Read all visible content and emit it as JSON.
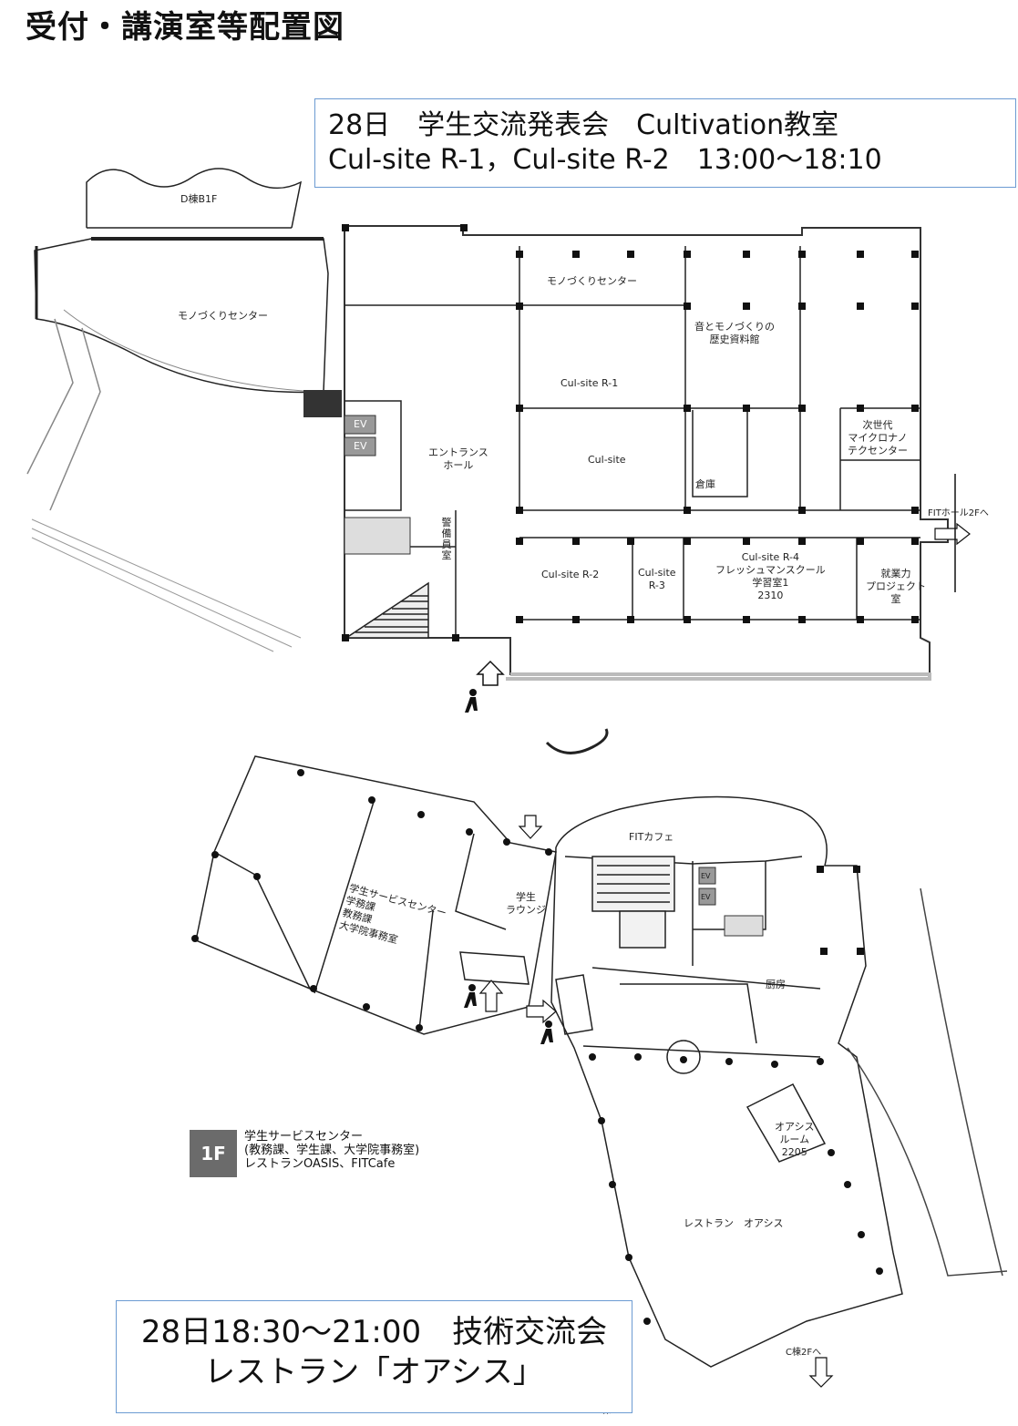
{
  "page_title": "受付・講演室等配置図",
  "callout_top": {
    "line1": "28日　学生交流発表会　Cultivation教室",
    "line2": "Cul-site R-1，Cul-site R-2　13:00～18:10"
  },
  "callout_bottom": {
    "line1": "28日18:30～21:00　技術交流会",
    "line2": "レストラン「オアシス」"
  },
  "floor_top": {
    "labels": {
      "d_bldg": "D棟B1F",
      "monozukuri_left": "モノづくりセンター",
      "monozukuri_top": "モノづくりセンター",
      "music_history_1": "音とモノづくりの",
      "music_history_2": "歴史資料館",
      "r1": "Cul-site R-1",
      "culsite": "Cul-site",
      "entrance_1": "エントランス",
      "entrance_2": "ホール",
      "nano_1": "次世代",
      "nano_2": "マイクロナノ",
      "nano_3": "テクセンター",
      "storage": "倉庫",
      "ev1": "EV",
      "ev2": "EV",
      "guard": "警備員室",
      "r2": "Cul-site R-2",
      "r3_1": "Cul-site",
      "r3_2": "R-3",
      "r4_1": "Cul-site R-4",
      "r4_2": "フレッシュマンスクール",
      "r4_3": "学習室1",
      "r4_4": "2310",
      "employ_1": "就業力",
      "employ_2": "プロジェクト",
      "employ_3": "室",
      "fit_hall": "FITホール2Fへ"
    }
  },
  "floor_bottom": {
    "labels": {
      "service_1": "学生サービスセンター",
      "service_2": "学務課",
      "service_3": "教務課",
      "service_4": "大学院事務室",
      "lounge_1": "学生",
      "lounge_2": "ラウンジ",
      "fit_cafe": "FITカフェ",
      "kitchen": "厨房",
      "oasis_room_1": "オアシス",
      "oasis_room_2": "ルーム",
      "oasis_room_3": "2205",
      "restaurant": "レストラン　オアシス",
      "c_bldg": "C棟2Fへ",
      "b_bldg": "B 棟",
      "ev1": "EV",
      "ev2": "EV"
    }
  },
  "legend": {
    "badge": "1F",
    "line1": "学生サービスセンター",
    "line2": "(教務課、学生課、大学院事務室)",
    "line3": "レストランOASIS、FITCafe"
  }
}
